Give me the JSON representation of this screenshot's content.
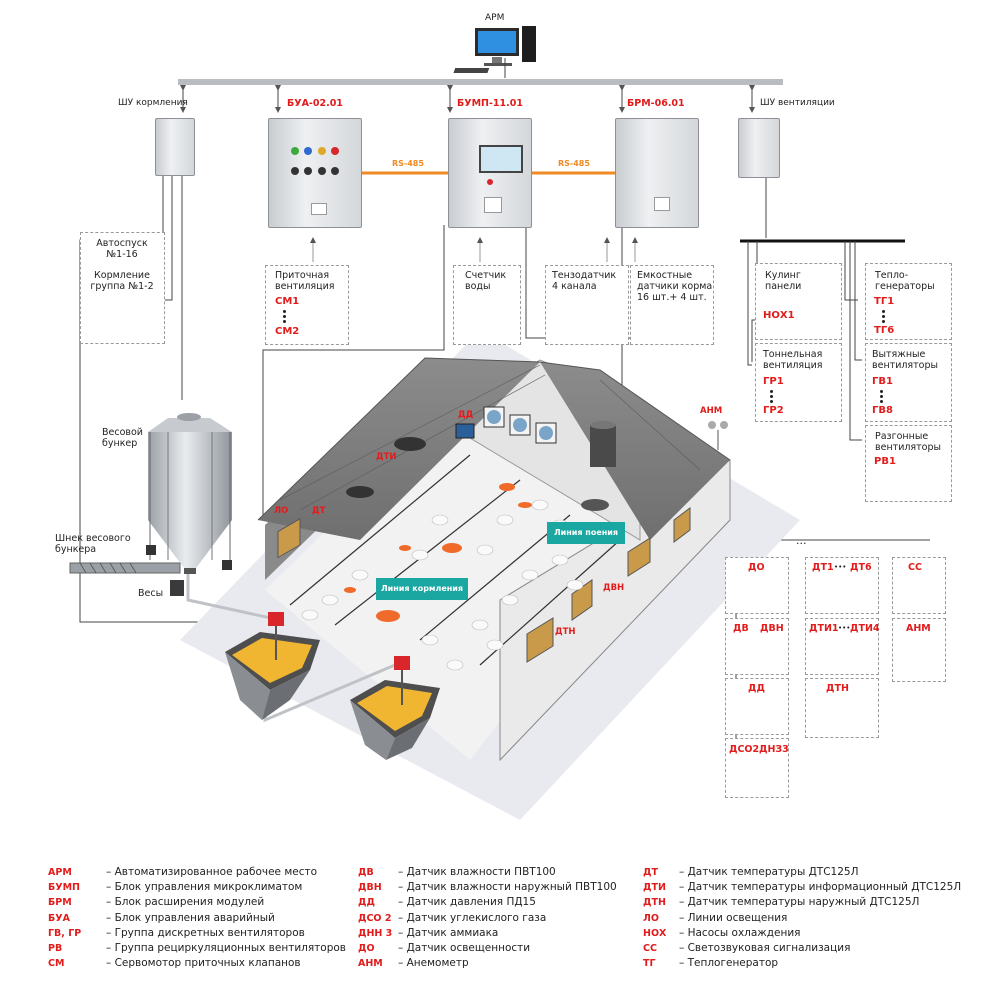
{
  "top": {
    "arm": "АРМ",
    "shu_feeding": "ШУ кормления",
    "bua": "БУА-02.01",
    "bump": "БУМП-11.01",
    "brm": "БРМ-06.01",
    "shu_vent": "ШУ вентиляции",
    "rs485_a": "RS-485",
    "rs485_b": "RS-485"
  },
  "left": {
    "autostart": "Автоспуск",
    "autostart_num": "№1-16",
    "feeding_group_1": "Кормление",
    "feeding_group_2": "группа №1-2",
    "hopper_1": "Весовой",
    "hopper_2": "бункер",
    "auger_1": "Шнек весового",
    "auger_2": "бункера",
    "scales": "Весы"
  },
  "sensors_row": {
    "supply_1": "Приточная",
    "supply_2": "вентиляция",
    "cm1": "СМ1",
    "cm2": "СМ2",
    "water_1": "Счетчик",
    "water_2": "воды",
    "tenso_1": "Тензодатчик",
    "tenso_2": "4 канала",
    "cap_1": "Емкостные",
    "cap_2": "датчики корма",
    "cap_3": "16 шт.+ 4 шт."
  },
  "right": {
    "cooling_1": "Кулинг",
    "cooling_2": "панели",
    "nox1": "НОХ1",
    "tunnel_1": "Тоннельная",
    "tunnel_2": "вентиляция",
    "gr1": "ГР1",
    "gr2": "ГР2",
    "heat_1": "Тепло-",
    "heat_2": "генераторы",
    "tg1": "ТГ1",
    "tg6": "ТГ6",
    "exhaust_1": "Вытяжные",
    "exhaust_2": "вентиляторы",
    "gv1": "ГВ1",
    "gv8": "ГВ8",
    "boost_1": "Разгонные",
    "boost_2": "вентиляторы",
    "rv1": "РВ1"
  },
  "house": {
    "dd": "ДД",
    "dti": "ДТИ",
    "lo": "ЛО",
    "dt": "ДТ",
    "anm": "АНМ",
    "dvn": "ДВН",
    "dtn": "ДТН",
    "feed_line": "Линия кормления",
    "water_line": "Линия поения"
  },
  "sensor_panel": {
    "do": "ДО",
    "dt1": "ДТ1",
    "dt6": "ДТ6",
    "ss": "СС",
    "dv": "ДВ",
    "dvn": "ДВН",
    "dti1": "ДТИ1",
    "dti4": "ДТИ4",
    "anm": "АНМ",
    "dd": "ДД",
    "dtn": "ДТН",
    "dso2": "ДСО2",
    "dnz3": "ДНЗ3",
    "dots_top": "•••",
    "dots_mid": "•••",
    "dots_h": "···"
  },
  "legend": {
    "col1": [
      {
        "ab": "АРМ",
        "txt": "– Автоматизированное  рабочее место"
      },
      {
        "ab": "БУМП",
        "txt": "– Блок управления микроклиматом"
      },
      {
        "ab": "БРМ",
        "txt": "– Блок расширения модулей"
      },
      {
        "ab": "БУА",
        "txt": "– Блок управления аварийный"
      },
      {
        "ab": "ГВ, ГР",
        "txt": "– Группа дискретных вентиляторов"
      },
      {
        "ab": "РВ",
        "txt": "– Группа рециркуляционных вентиляторов"
      },
      {
        "ab": "СМ",
        "txt": "– Сервомотор приточных клапанов"
      }
    ],
    "col2": [
      {
        "ab": "ДВ",
        "txt": "– Датчик влажности ПВТ100"
      },
      {
        "ab": "ДВН",
        "txt": "– Датчик влажности наружный ПВТ100"
      },
      {
        "ab": "ДД",
        "txt": "– Датчик давления ПД15"
      },
      {
        "ab": "ДСО 2",
        "txt": "– Датчик углекислого газа"
      },
      {
        "ab": "ДНН 3",
        "txt": "– Датчик аммиака"
      },
      {
        "ab": "ДО",
        "txt": "– Датчик освещенности"
      },
      {
        "ab": "АНМ",
        "txt": "– Анемометр"
      }
    ],
    "col3": [
      {
        "ab": "ДТ",
        "txt": "– Датчик температуры ДТС125Л"
      },
      {
        "ab": "ДТИ",
        "txt": "– Датчик температуры информационный ДТС125Л"
      },
      {
        "ab": "ДТН",
        "txt": "– Датчик температуры наружный ДТС125Л"
      },
      {
        "ab": "ЛО",
        "txt": "– Линии освещения"
      },
      {
        "ab": "НОХ",
        "txt": "– Насосы охлаждения"
      },
      {
        "ab": "СС",
        "txt": "– Светозвуковая сигнализация"
      },
      {
        "ab": "ТГ",
        "txt": "– Теплогенератор"
      }
    ]
  },
  "colors": {
    "accent_red": "#e21b1b",
    "rs485_orange": "#f08a24",
    "teal": "#1aa7a1",
    "line": "#444444"
  }
}
